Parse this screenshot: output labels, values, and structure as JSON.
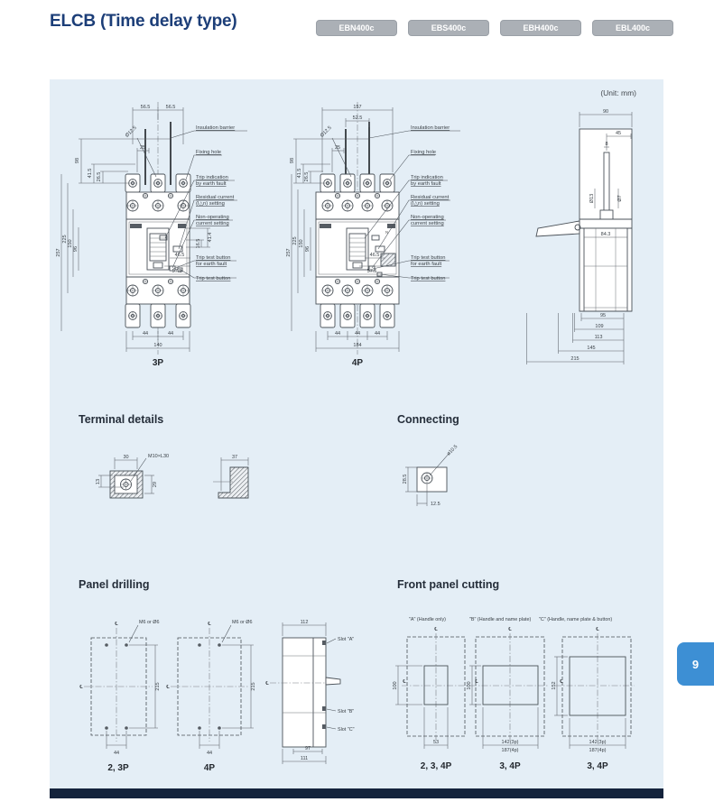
{
  "header": {
    "title": "ELCB (Time delay type)",
    "models": [
      "EBN400c",
      "EBS400c",
      "EBH400c",
      "EBL400c"
    ]
  },
  "unit_label": "(Unit: mm)",
  "page_tab": "9",
  "icons": {
    "centerline": "℄"
  },
  "callouts": {
    "insulation_barrier": "Insulation barrier",
    "fixing_hole": "Fixing hole",
    "trip_indication_1": "Trip indication",
    "trip_indication_2": "by earth fault",
    "residual_1": "Residual current",
    "residual_2": "(I△n) setting",
    "nonop_1": "Non-operating",
    "nonop_2": "current setting",
    "trip_test_earth_1": "Trip test button",
    "trip_test_earth_2": "for earth fault",
    "trip_test": "Trip test button"
  },
  "shared_dims": {
    "d56a": "56.5",
    "d56b": "56.5",
    "d98": "98",
    "d41_5": "41.5",
    "d26_5": "26.5",
    "d25": "25",
    "dhole": "Ø12.5",
    "d257": "257",
    "d225": "225",
    "d150": "150",
    "d96": "96",
    "d46_5": "46.5",
    "d57_5": "57.5",
    "d41_4": "41.4",
    "d16_5": "16.5",
    "d44": "44"
  },
  "front3p": {
    "label": "3P",
    "d140": "140"
  },
  "front4p": {
    "label": "4P",
    "d157": "157",
    "d52_5": "52.5",
    "d184": "184",
    "n_mark": "N"
  },
  "side": {
    "d90": "90",
    "d45": "45",
    "d8": "8",
    "d13h": "Ø13",
    "d7h": "Ø7",
    "d84_3": "84.3",
    "d95": "95",
    "d109": "109",
    "d113": "113",
    "d145": "145",
    "d215": "215"
  },
  "terminal": {
    "heading": "Terminal details",
    "d30": "30",
    "d13": "13",
    "d29": "29",
    "screw": "M10×L30",
    "d37": "37"
  },
  "connecting": {
    "heading": "Connecting",
    "dhole": "ø10.5",
    "d28_5": "28.5",
    "d12_5": "12.5"
  },
  "panel_drilling": {
    "heading": "Panel drilling",
    "hole_label": "M6 or Ø6",
    "d215": "215",
    "d44": "44",
    "label_23p": "2, 3P",
    "label_4p": "4P",
    "d112": "112",
    "slot_a": "Slot \"A\"",
    "slot_b": "Slot \"B\"",
    "slot_c": "Slot \"C\"",
    "d97": "97",
    "d111": "111"
  },
  "front_cutting": {
    "heading": "Front panel cutting",
    "a_title": "\"A\" (Handle only)",
    "b_title": "\"B\" (Handle and name plate)",
    "c_title": "\"C\" (Handle, name plate & button)",
    "d100": "100",
    "d53": "53",
    "d152": "152",
    "d142": "142(3p)",
    "d187": "187(4p)",
    "label_a": "2, 3, 4P",
    "label_b": "3, 4P",
    "label_c": "3, 4P"
  }
}
